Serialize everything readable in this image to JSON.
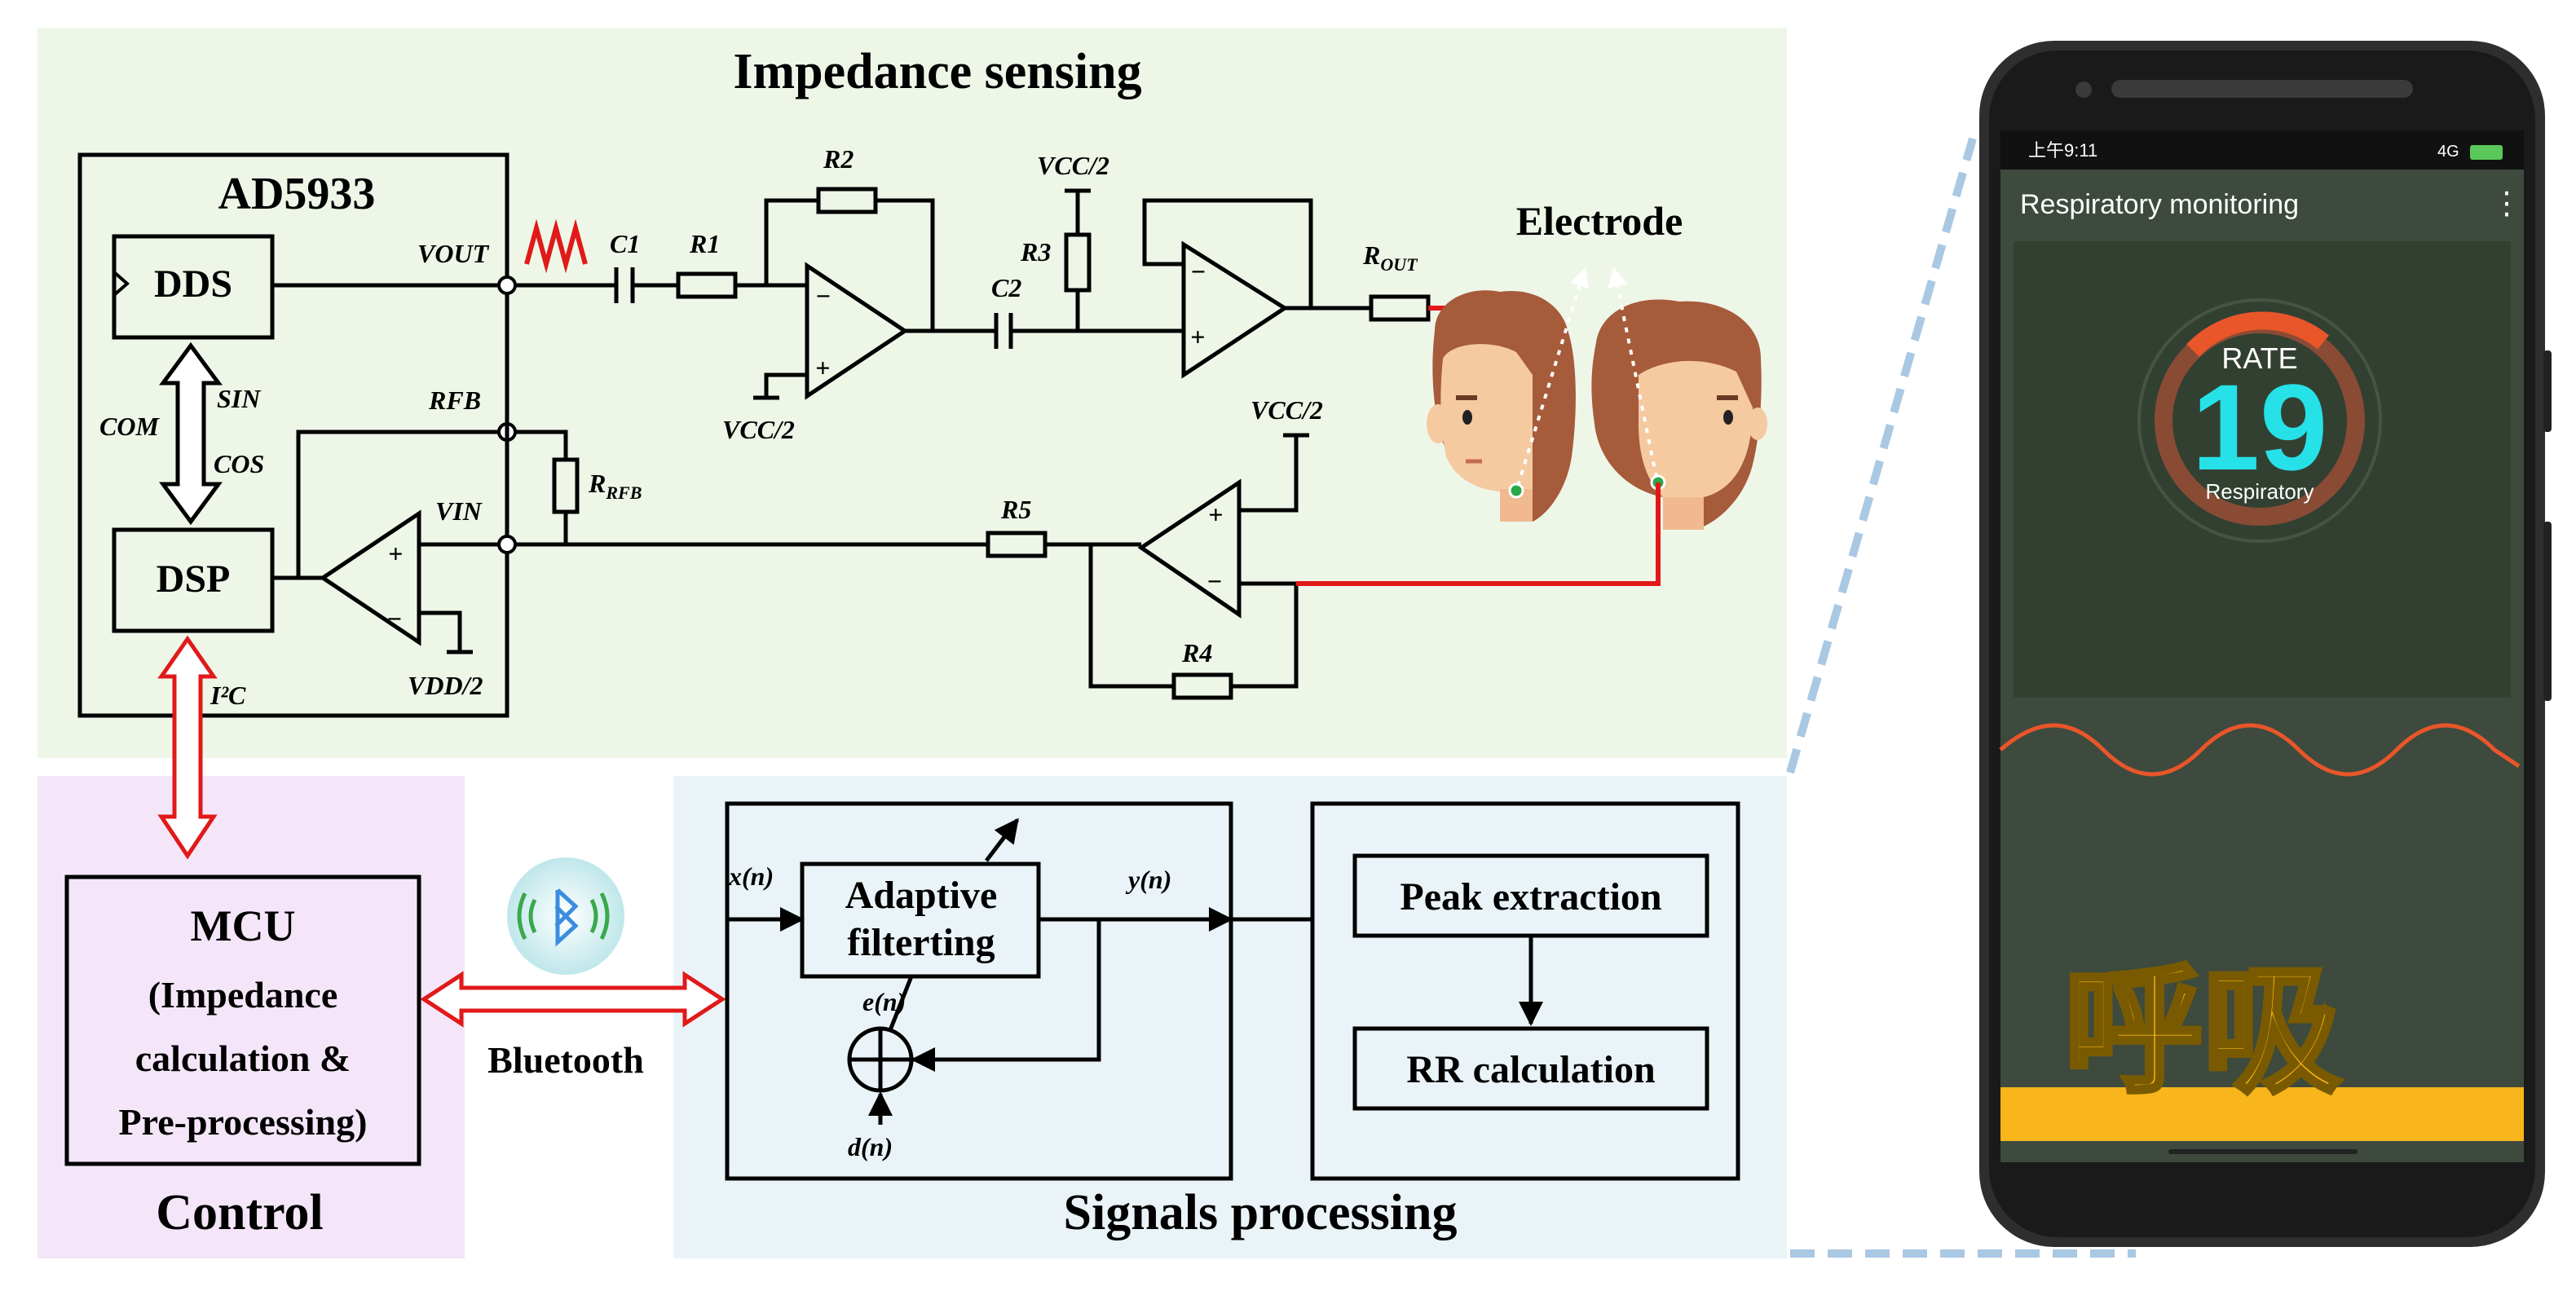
{
  "sections": {
    "impedance": "Impedance sensing",
    "control": "Control",
    "signals": "Signals processing"
  },
  "blocks": {
    "chip": "AD5933",
    "dds": "DDS",
    "dsp": "DSP",
    "mcu_1": "MCU",
    "mcu_2": "(Impedance",
    "mcu_3": "calculation &",
    "mcu_4": "Pre-processing)",
    "adaptive_1": "Adaptive",
    "adaptive_2": "filterting",
    "peak": "Peak extraction",
    "rr": "RR calculation"
  },
  "labels": {
    "vout": "VOUT",
    "c1": "C1",
    "r1": "R1",
    "r2": "R2",
    "vcc2_a": "VCC/2",
    "r3": "R3",
    "c2": "C2",
    "rout_main": "R",
    "rout_sub": "OUT",
    "electrode": "Electrode",
    "com": "COM",
    "sin": "SIN",
    "cos": "COS",
    "rfb": "RFB",
    "rrfb_main": "R",
    "rrfb_sub": "RFB",
    "vin": "VIN",
    "r5": "R5",
    "vcc2_b": "VCC/2",
    "vcc2_c": "VCC/2",
    "r4": "R4",
    "vdd2": "VDD/2",
    "i2c": "I²C",
    "bluetooth": "Bluetooth",
    "xn": "x(n)",
    "yn": "y(n)",
    "en": "e(n)",
    "dn": "d(n)",
    "plus": "+",
    "minus": "−"
  },
  "phone": {
    "status_time": "上午9:11",
    "status_net": "4G",
    "app_title": "Respiratory monitoring",
    "menu_icon": "⋮",
    "rate_label": "RATE",
    "rate_value": "19",
    "rate_sub": "Respiratory",
    "banner_text": "呼吸",
    "colors": {
      "screen_bg": "#3d4a3d",
      "accent": "#e8562a",
      "rate": "#26e1e8",
      "banner": "#f8b51c"
    }
  }
}
